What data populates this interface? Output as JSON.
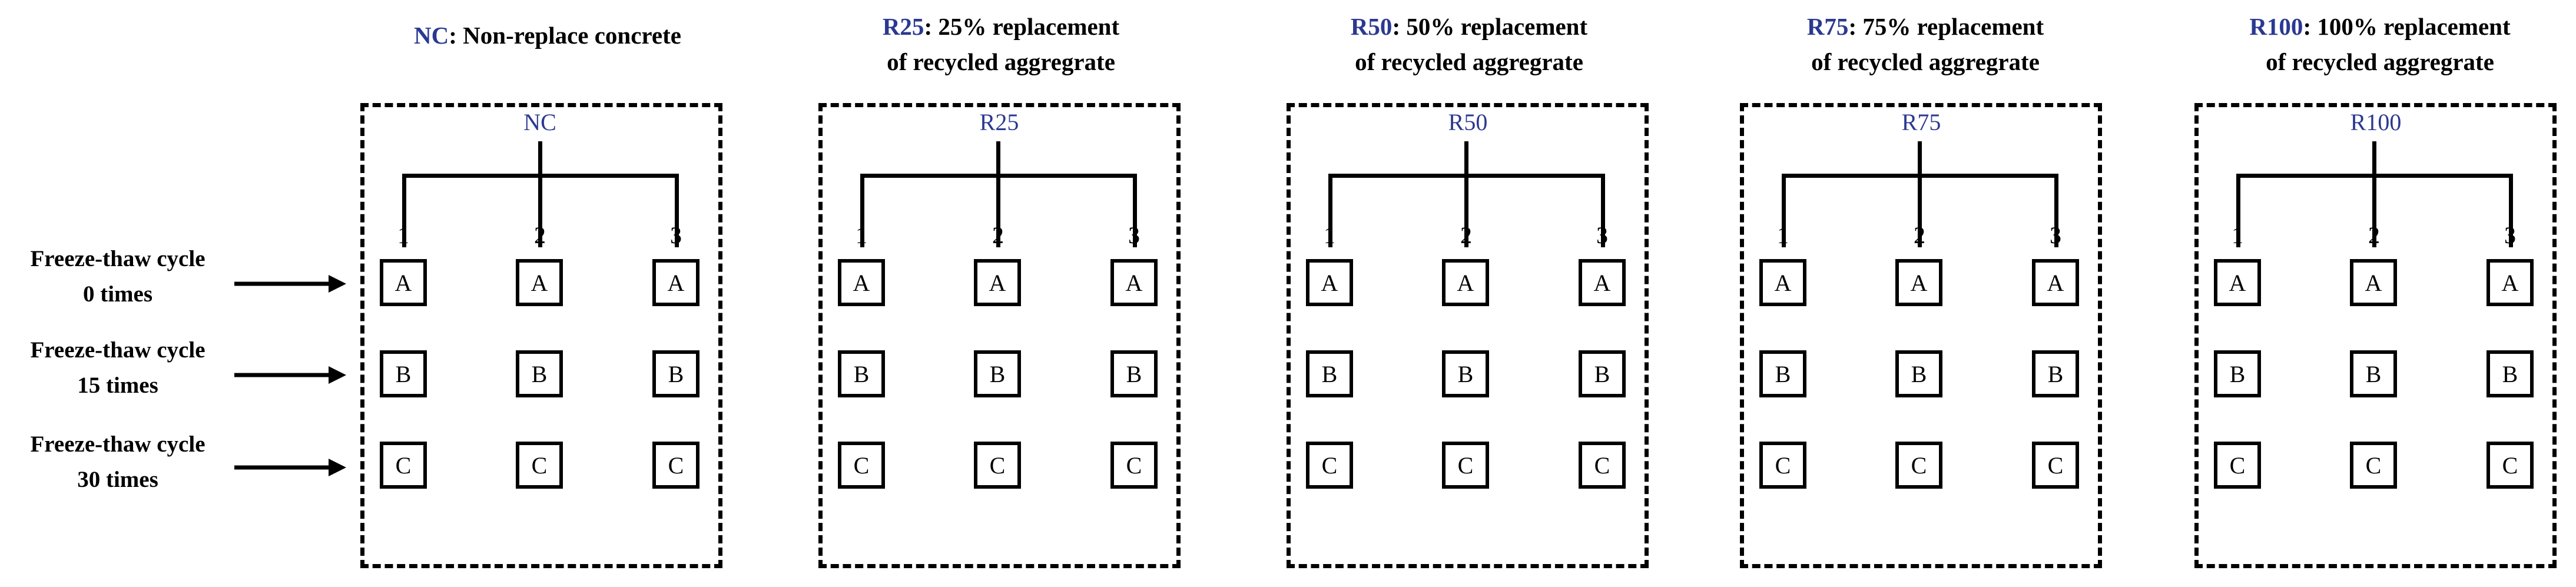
{
  "rows": [
    {
      "line1": "Freeze-thaw cycle",
      "line2": "0 times"
    },
    {
      "line1": "Freeze-thaw cycle",
      "line2": "15 times"
    },
    {
      "line1": "Freeze-thaw cycle",
      "line2": "30 times"
    }
  ],
  "groups": [
    {
      "code": "NC",
      "desc1": ": Non-replace concrete",
      "desc2": "",
      "label": "NC"
    },
    {
      "code": "R25",
      "desc1": ": 25% replacement",
      "desc2": "of recycled aggregrate",
      "label": "R25"
    },
    {
      "code": "R50",
      "desc1": ": 50% replacement",
      "desc2": "of recycled aggregrate",
      "label": "R50"
    },
    {
      "code": "R75",
      "desc1": ": 75% replacement",
      "desc2": "of recycled aggregrate",
      "label": "R75"
    },
    {
      "code": "R100",
      "desc1": ": 100% replacement",
      "desc2": "of recycled aggregrate",
      "label": "R100"
    }
  ],
  "branch_numbers": [
    "1",
    "2",
    "3"
  ],
  "cell_letters": [
    "A",
    "B",
    "C"
  ],
  "colors": {
    "code_color": "#2b3990",
    "line_color": "#000000"
  }
}
